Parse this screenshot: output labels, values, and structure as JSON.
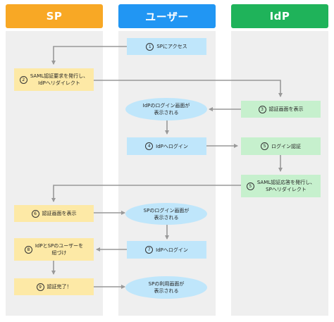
{
  "lanes": [
    {
      "title": "SP",
      "color": "#f8a825"
    },
    {
      "title": "ユーザー",
      "color": "#2196f3"
    },
    {
      "title": "IdP",
      "color": "#1fb35a"
    }
  ],
  "steps": {
    "s1": {
      "num": "1",
      "text": "SPにアクセス"
    },
    "s2": {
      "num": "2",
      "text": "SAML認証要求を発行し、\nIdPへリダイレクト"
    },
    "s3": {
      "num": "3",
      "text": "認証画面を表示"
    },
    "s4": {
      "num": "4",
      "text": "IdPへログイン"
    },
    "s5": {
      "num": "5",
      "text": "ログイン認証"
    },
    "s5b": {
      "num": "5",
      "text": "SAML認証応答を発行し、\nSPへリダイレクト"
    },
    "s6": {
      "num": "6",
      "text": "認証画面を表示"
    },
    "s7": {
      "num": "7",
      "text": "IdPへログイン"
    },
    "s8": {
      "num": "8",
      "text": "IdPとSPのユーザーを\n紐づけ"
    },
    "s9": {
      "num": "9",
      "text": "認証完了！"
    }
  },
  "screens": {
    "e1": "IdPのログイン画面が\n表示される",
    "e2": "SPのログイン画面が\n表示される",
    "e3": "SPの利用画面が\n表示される"
  }
}
